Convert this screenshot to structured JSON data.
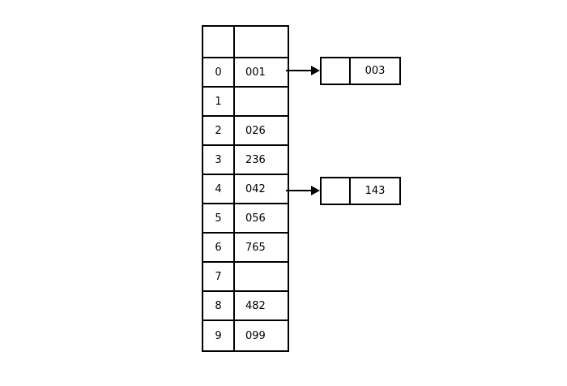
{
  "diagram": {
    "type": "hash-table-with-separate-chaining",
    "background_color": "#ffffff",
    "line_color": "#000000",
    "text_color": "#000000"
  },
  "hash_table": {
    "header_row": {
      "index_label": "",
      "value_label": ""
    },
    "rows": [
      {
        "index": "0",
        "value": "001",
        "has_chain": true
      },
      {
        "index": "1",
        "value": "",
        "has_chain": false
      },
      {
        "index": "2",
        "value": "026",
        "has_chain": false
      },
      {
        "index": "3",
        "value": "236",
        "has_chain": false
      },
      {
        "index": "4",
        "value": "042",
        "has_chain": true
      },
      {
        "index": "5",
        "value": "056",
        "has_chain": false
      },
      {
        "index": "6",
        "value": "765",
        "has_chain": false
      },
      {
        "index": "7",
        "value": "",
        "has_chain": false
      },
      {
        "index": "8",
        "value": "482",
        "has_chain": false
      },
      {
        "index": "9",
        "value": "099",
        "has_chain": false
      }
    ]
  },
  "chain_nodes": [
    {
      "id": "node-0",
      "from_index": "0",
      "pointer_cell": "",
      "key": "003"
    },
    {
      "id": "node-4",
      "from_index": "4",
      "pointer_cell": "",
      "key": "143"
    }
  ],
  "arrows": [
    {
      "id": "arrow-0",
      "from": "row-0",
      "to": "node-0",
      "glyph": "arrow-right-icon"
    },
    {
      "id": "arrow-4",
      "from": "row-4",
      "to": "node-4",
      "glyph": "arrow-right-icon"
    }
  ]
}
